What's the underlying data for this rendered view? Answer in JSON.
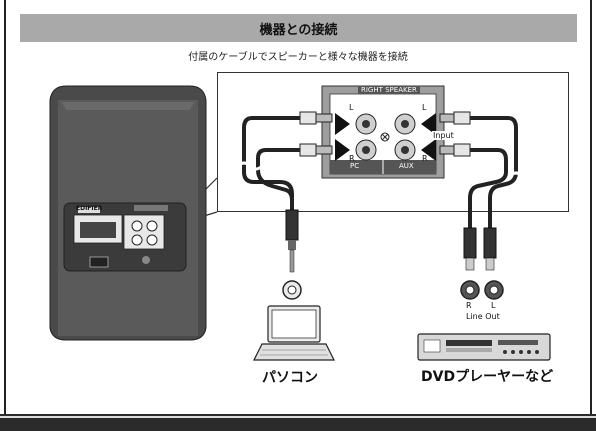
{
  "header": {
    "title": "機器との接続"
  },
  "subtitle": "付属のケーブルでスピーカーと様々な機器を接続",
  "panel": {
    "title": "RIGHT SPEAKER",
    "left_ch": "L",
    "right_ch": "R",
    "input_label": "Input",
    "pc_label": "PC",
    "aux_label": "AUX"
  },
  "line_out": {
    "r": "R",
    "l": "L",
    "label": "Line Out"
  },
  "devices": {
    "pc": "パソコン",
    "dvd": "DVDプレーヤーなど"
  },
  "speaker": {
    "brand": "EDIFIER"
  }
}
